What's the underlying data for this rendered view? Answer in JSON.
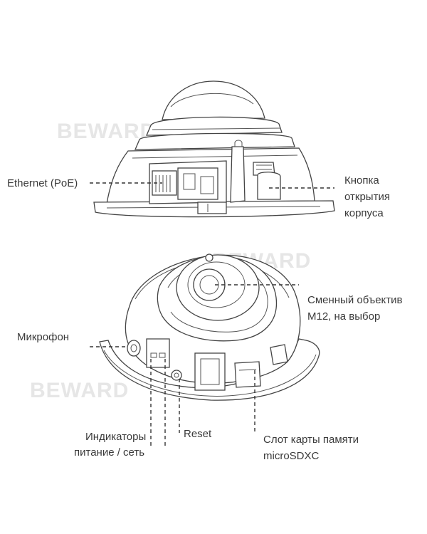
{
  "watermarks": [
    "BEWARD",
    "BEWARD",
    "BEWARD"
  ],
  "labels": {
    "ethernet": "Ethernet (PoE)",
    "button_line1": "Кнопка",
    "button_line2": "открытия",
    "button_line3": "корпуса",
    "lens_line1": "Сменный объектив",
    "lens_line2": "М12, на выбор",
    "microphone": "Микрофон",
    "indicators_line1": "Индикаторы",
    "indicators_line2": "питание / сеть",
    "reset": "Reset",
    "slot_line1": "Слот карты памяти",
    "slot_line2": "microSDXC"
  },
  "colors": {
    "line": "#333333",
    "text": "#3a3a3a",
    "watermark": "#e6e6e6"
  }
}
